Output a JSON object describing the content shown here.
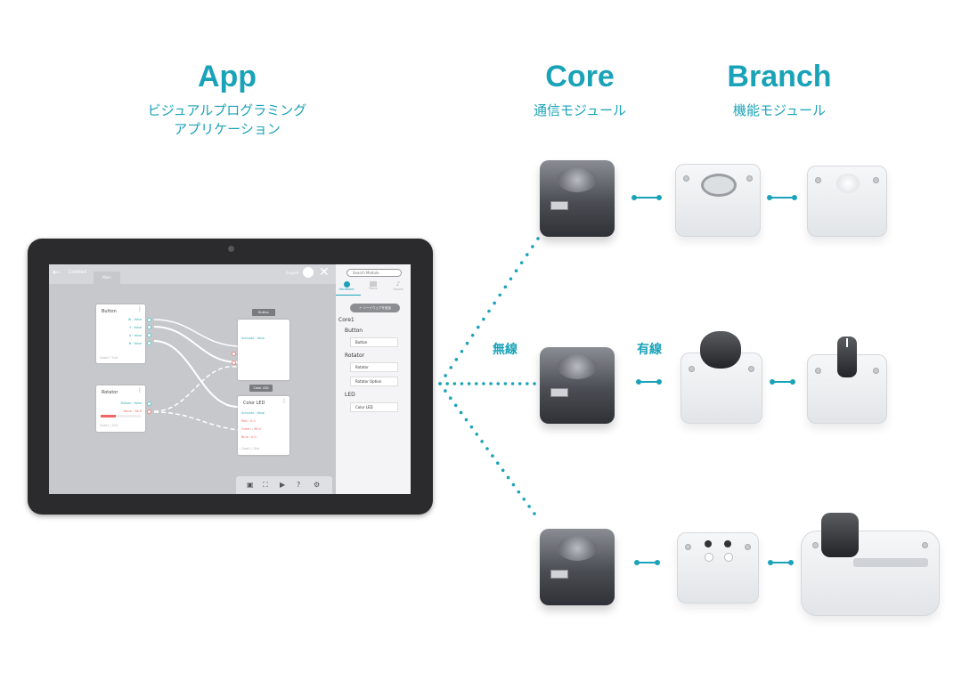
{
  "headings": {
    "app": {
      "title": "App",
      "subtitle_1": "ビジュアルプログラミング",
      "subtitle_2": "アプリケーション"
    },
    "core": {
      "title": "Core",
      "subtitle": "通信モジュール"
    },
    "branch": {
      "title": "Branch",
      "subtitle": "機能モジュール"
    }
  },
  "connection_labels": {
    "wireless": "無線",
    "wired": "有線"
  },
  "colors": {
    "accent": "#1aa3b8",
    "tablet_frame": "#2b2b2d",
    "canvas": "#c7c8cc"
  },
  "app_screen": {
    "topbar": {
      "back_icon": "←",
      "title": "Untitled",
      "tab": "Main",
      "language": "English",
      "close_icon": "✕"
    },
    "nodes": {
      "button": {
        "title": "Button",
        "rows": [
          "W : false",
          "Y : false",
          "A : false",
          "B : false"
        ],
        "footer": "Core1 / 1ch"
      },
      "rotator": {
        "title": "Rotator",
        "rows": [
          "Button : false",
          "Value : 38.0"
        ],
        "footer": "Core1 / 2ch"
      },
      "button_out": {
        "chip": "Button",
        "rows": [
          "Activate : false"
        ]
      },
      "color_led": {
        "chip": "Color LED",
        "title": "Color LED",
        "rows": [
          "Activate : false",
          "Red : 0.0",
          "Green : 38.0",
          "Blue : 0.0"
        ],
        "footer": "Core1 / 3ch"
      }
    },
    "panel": {
      "search_placeholder": "Search Module",
      "tabs": [
        "Hardware",
        "Basic",
        "Sound"
      ],
      "hardware_button": "＋ ハードウェアを追加",
      "core_label": "Core1",
      "button_label": "Button",
      "button_select": "Button",
      "rotator_label": "Rotator",
      "rotator_select": "Rotator",
      "rotator_option": "Rotator Option",
      "led_label": "LED",
      "led_select": "Color LED"
    },
    "toolbar_icons": [
      "save-icon",
      "fullscreen-icon",
      "video-icon",
      "help-icon",
      "settings-icon"
    ]
  }
}
